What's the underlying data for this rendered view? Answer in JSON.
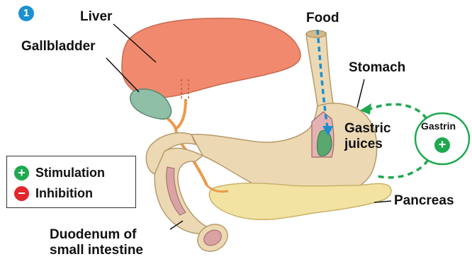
{
  "step_number": "1",
  "labels": {
    "liver": "Liver",
    "gallbladder": "Gallbladder",
    "food": "Food",
    "stomach": "Stomach",
    "gastric_juices_line1": "Gastric",
    "gastric_juices_line2": "juices",
    "gastrin": "Gastrin",
    "pancreas": "Pancreas",
    "duodenum_line1": "Duodenum of",
    "duodenum_line2": "small intestine"
  },
  "legend": {
    "stimulation": {
      "symbol": "+",
      "label": "Stimulation",
      "color": "#1fa84f"
    },
    "inhibition": {
      "symbol": "−",
      "label": "Inhibition",
      "color": "#e2262b"
    }
  },
  "gastrin_symbol": "+",
  "colors": {
    "liver": "#f0896e",
    "gallbladder": "#8fbfa6",
    "stomach": "#ecd9b4",
    "pancreas": "#f2e3a3",
    "duodenum_lining": "#d9a3a3",
    "food_path": "#1b8fd0",
    "gastrin_path": "#1fa84f",
    "step_badge": "#1b8fd0"
  }
}
